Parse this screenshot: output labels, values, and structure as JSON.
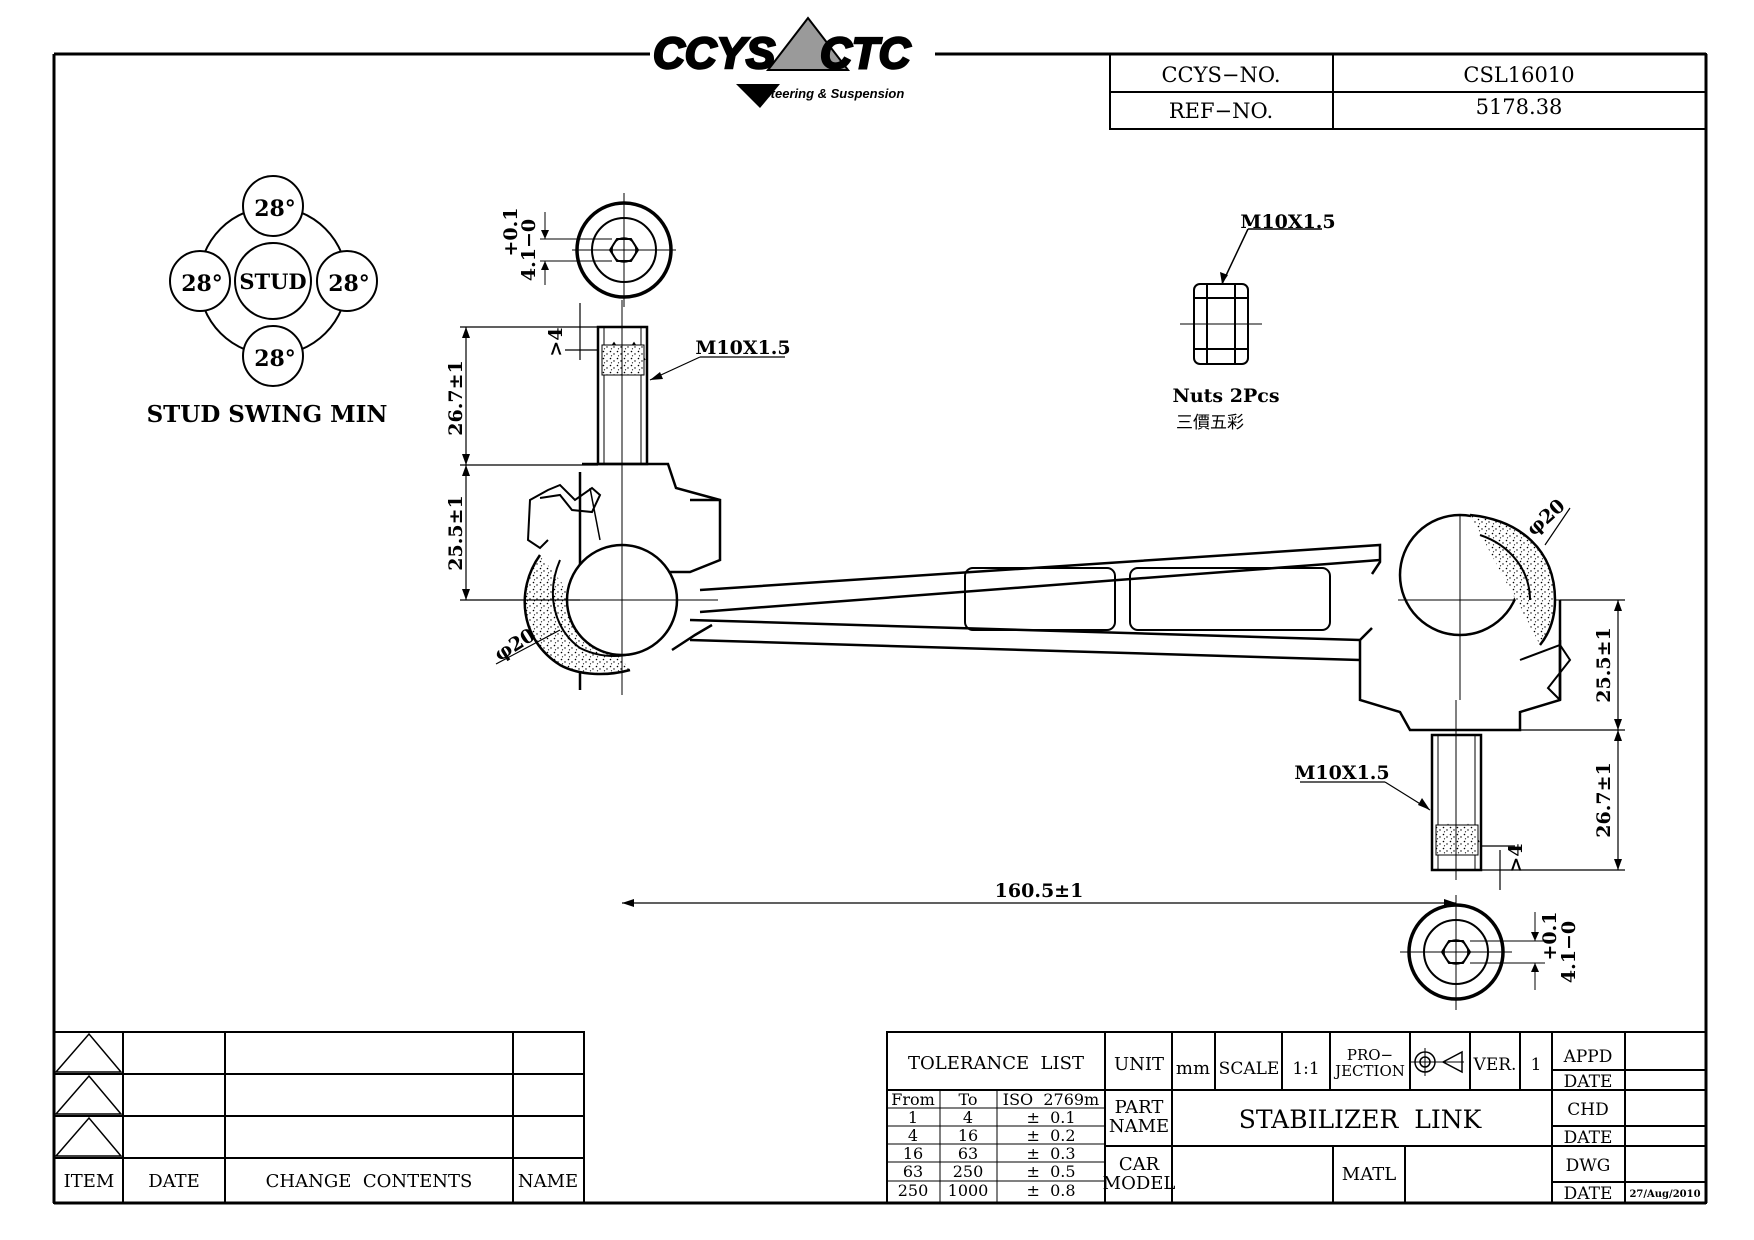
{
  "logo": {
    "left": "CCYS",
    "right": "CTC",
    "tagline": "Steering & Suspension"
  },
  "header_table": {
    "rows": [
      {
        "label": "CCYS−NO.",
        "value": "CSL16010"
      },
      {
        "label": "REF−NO.",
        "value": "5178.38"
      }
    ]
  },
  "swing": {
    "center": "STUD",
    "angles": [
      "28°",
      "28°",
      "28°",
      "28°"
    ],
    "caption": "STUD SWING MIN"
  },
  "dims": {
    "hex_tol": "4.1−0",
    "hex_tol_plus": "+0.1",
    "thread_min": ">4",
    "thread_label": "M10X1.5",
    "thread_len": "26.7±1",
    "ball_h": "25.5±1",
    "ball_dia": "φ20",
    "length": "160.5±1"
  },
  "nut": {
    "thread": "M10X1.5",
    "caption": "Nuts 2Pcs",
    "note": "三價五彩"
  },
  "revision_table": {
    "headers": [
      "ITEM",
      "DATE",
      "CHANGE  CONTENTS",
      "NAME"
    ]
  },
  "title_block": {
    "tolerance_title": "TOLERANCE  LIST",
    "tol_headers": [
      "From",
      "To",
      "ISO  2769m"
    ],
    "tol_rows": [
      [
        "1",
        "4",
        "±  0.1"
      ],
      [
        "4",
        "16",
        "±  0.2"
      ],
      [
        "16",
        "63",
        "±  0.3"
      ],
      [
        "63",
        "250",
        "±  0.5"
      ],
      [
        "250",
        "1000",
        "±  0.8"
      ]
    ],
    "unit_label": "UNIT",
    "unit": "mm",
    "scale_label": "SCALE",
    "scale": "1:1",
    "projection_label_1": "PRO−",
    "projection_label_2": "JECTION",
    "ver_label": "VER.",
    "ver": "1",
    "part_name_label_1": "PART",
    "part_name_label_2": "NAME",
    "part_name": "STABILIZER  LINK",
    "car_model_label_1": "CAR",
    "car_model_label_2": "MODEL",
    "matl_label": "MATL",
    "appd": "APPD",
    "chd": "CHD",
    "dwg": "DWG",
    "date_label": "DATE",
    "dwg_date": "27/Aug/2010"
  }
}
